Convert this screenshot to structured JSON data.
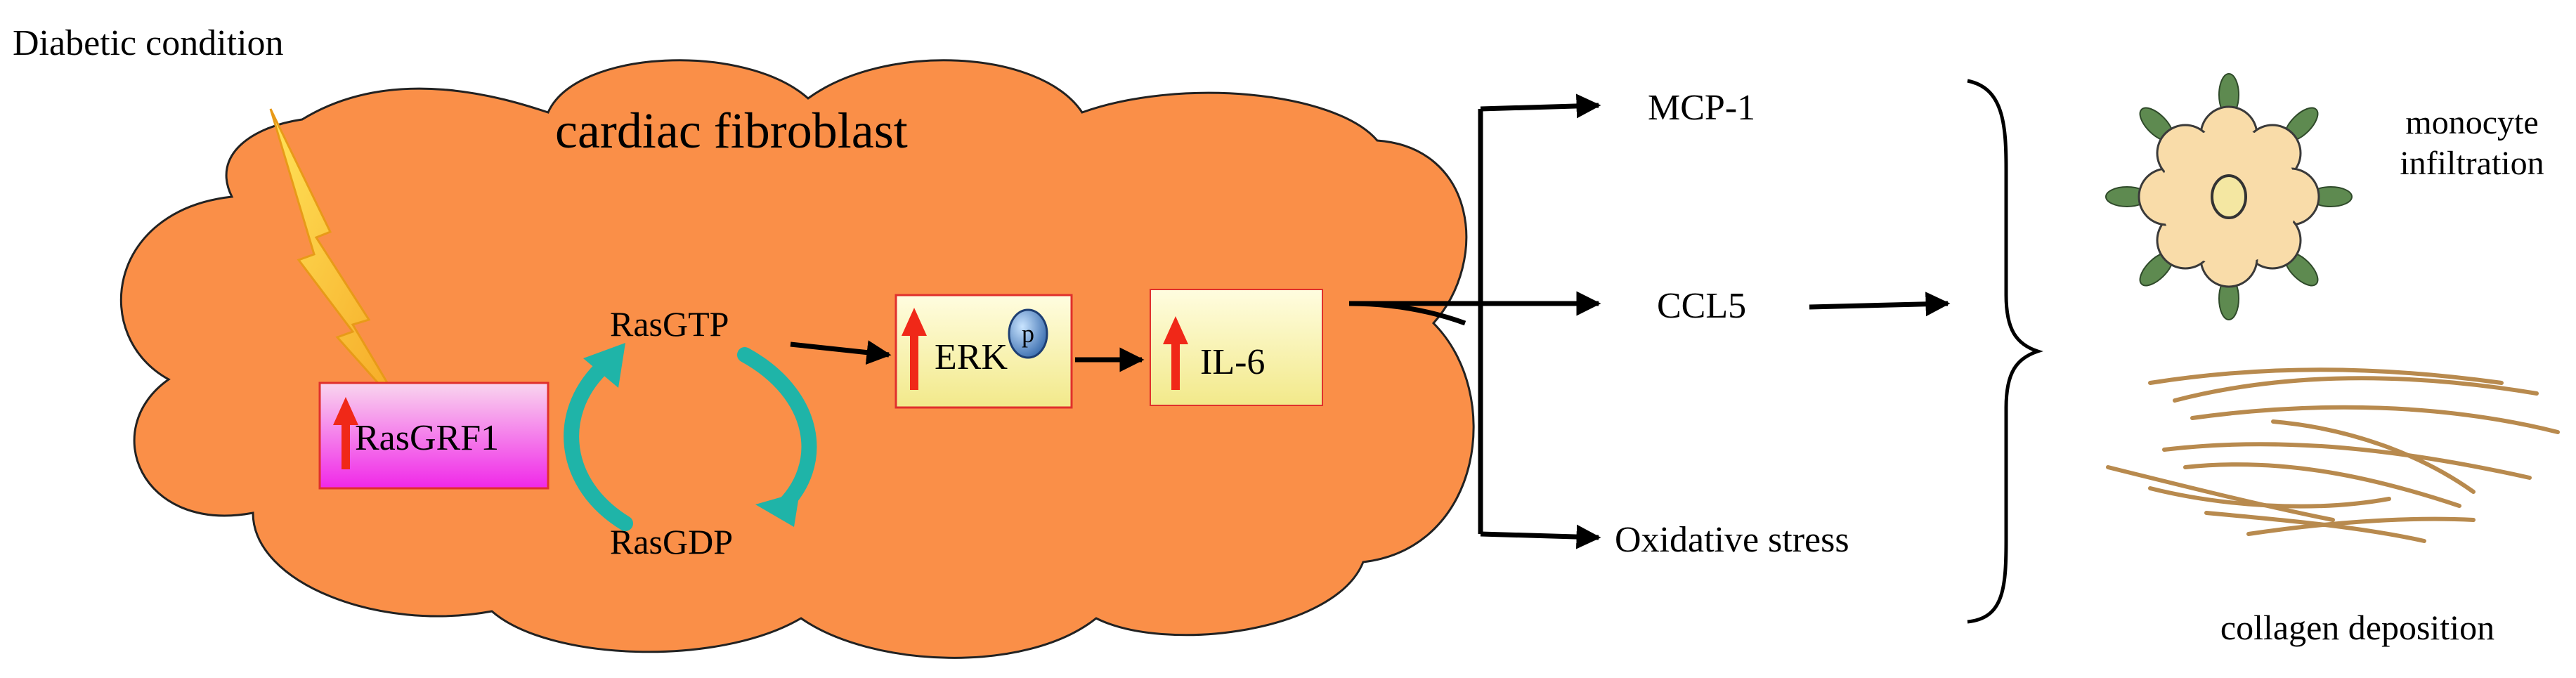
{
  "condition_label": "Diabetic condition",
  "cell_label": "cardiac fibroblast",
  "nodes": {
    "rasgrf1": "RasGRF1",
    "rasgtp": "RasGTP",
    "rasgdp": "RasGDP",
    "erk": "ERK",
    "erk_phospho": "p",
    "il6": "IL-6"
  },
  "outputs": {
    "mcp1": "MCP-1",
    "ccl5": "CCL5",
    "oxidative_stress": "Oxidative stress"
  },
  "outcomes": {
    "monocyte_line1": "monocyte",
    "monocyte_line2": "infiltration",
    "collagen": "collagen deposition"
  },
  "colors": {
    "cell_fill": "#FA8F48",
    "lightning": "#FFD43B",
    "rasgrf1_top": "#F9D6EE",
    "rasgrf1_bottom": "#F028E8",
    "box_top": "#FFFDE0",
    "box_bottom": "#F2E98A",
    "box_border": "#E0302C",
    "up_arrow": "#F02818",
    "cycle_arrow": "#1FB4A8",
    "collagen": "#B88A4E",
    "monocyte_fill": "#F9DCA9",
    "monocyte_leaf": "#5E8A50"
  }
}
